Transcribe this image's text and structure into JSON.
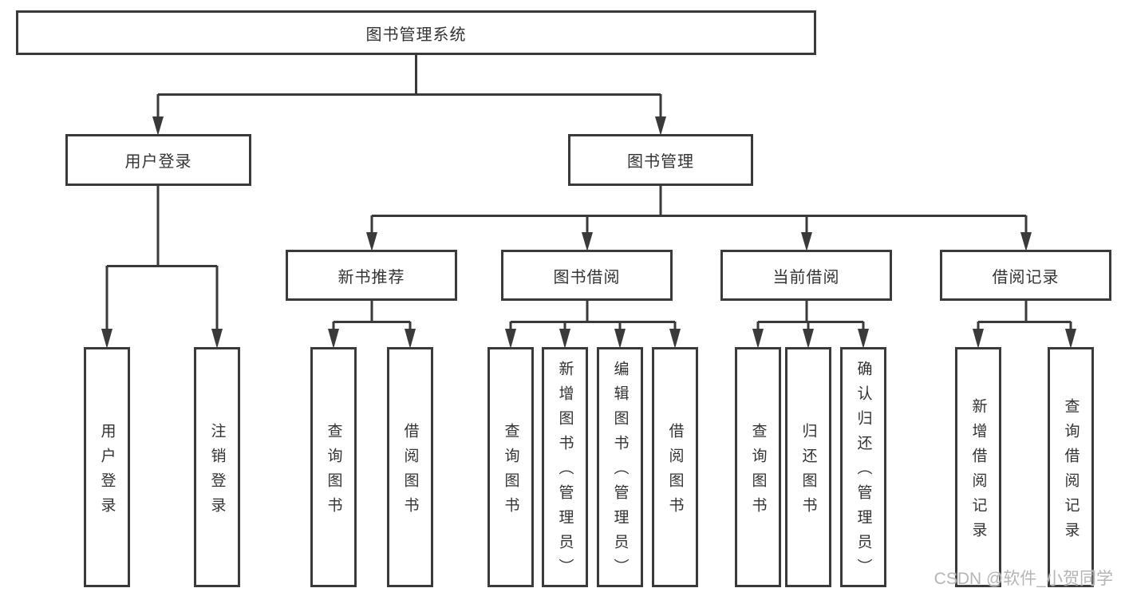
{
  "diagram": {
    "root": {
      "label": "图书管理系统"
    },
    "branches": {
      "user_login": {
        "label": "用户登录",
        "children": {
          "login": {
            "label": "用户登录"
          },
          "logout": {
            "label": "注销登录"
          }
        }
      },
      "book_management": {
        "label": "图书管理",
        "children": {
          "new_book_recommend": {
            "label": "新书推荐",
            "children": {
              "query_books": {
                "label": "查询图书"
              },
              "borrow_books": {
                "label": "借阅图书"
              }
            }
          },
          "book_borrow": {
            "label": "图书借阅",
            "children": {
              "query_books": {
                "label": "查询图书"
              },
              "add_books": {
                "label": "新增图书（管理员）"
              },
              "edit_books": {
                "label": "编辑图书（管理员）"
              },
              "borrow_books": {
                "label": "借阅图书"
              }
            }
          },
          "current_borrow": {
            "label": "当前借阅",
            "children": {
              "query_books": {
                "label": "查询图书"
              },
              "return_books": {
                "label": "归还图书"
              },
              "confirm_return": {
                "label": "确认归还（管理员）"
              }
            }
          },
          "borrow_records": {
            "label": "借阅记录",
            "children": {
              "add_record": {
                "label": "新增借阅记录"
              },
              "query_record": {
                "label": "查询借阅记录"
              }
            }
          }
        }
      }
    }
  },
  "watermark": {
    "text": "CSDN @软件_小贺同学",
    "color": "#b5b5b5"
  },
  "colors": {
    "line": "#3a3a3a",
    "text": "#333333",
    "node_background": "#ffffff",
    "page_background": "#ffffff"
  }
}
